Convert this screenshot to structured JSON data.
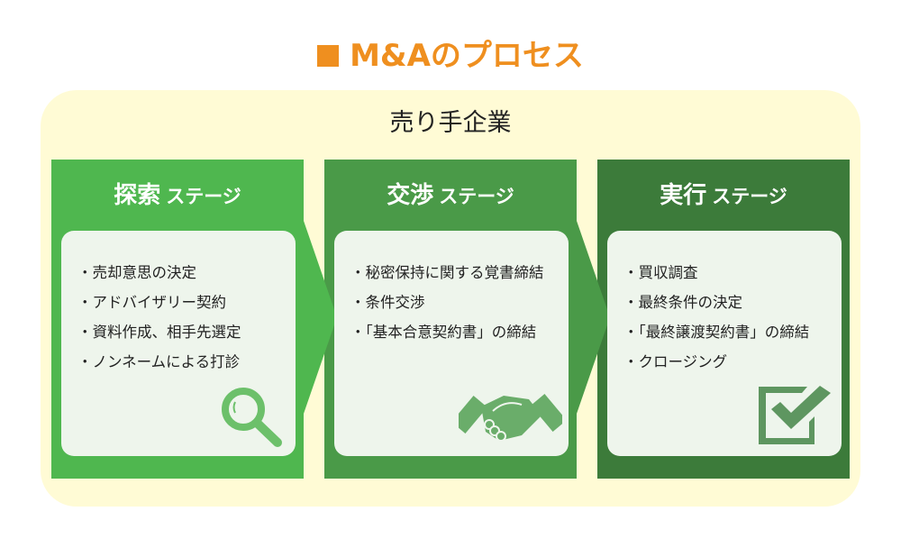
{
  "title": "M&Aのプロセス",
  "subject": "売り手企業",
  "stages": [
    {
      "name": "探索",
      "suffix": "ステージ",
      "color": "#4fb74f",
      "icon": "magnifier-icon",
      "items": [
        "売却意思の決定",
        "アドバイザリー契約",
        "資料作成、相手先選定",
        "ノンネームによる打診"
      ]
    },
    {
      "name": "交渉",
      "suffix": "ステージ",
      "color": "#4a9a48",
      "icon": "handshake-icon",
      "items": [
        "秘密保持に関する覚書締結",
        "条件交渉",
        "「基本合意契約書」の締結"
      ]
    },
    {
      "name": "実行",
      "suffix": "ステージ",
      "color": "#3c7b3a",
      "icon": "checkbox-icon",
      "items": [
        "買収調査",
        "最終条件の決定",
        "「最終譲渡契約書」の締結",
        "クロージング"
      ]
    }
  ],
  "colors": {
    "accent": "#ef8f1f",
    "background": "#fffbd5",
    "inner": "#eef5ec"
  }
}
